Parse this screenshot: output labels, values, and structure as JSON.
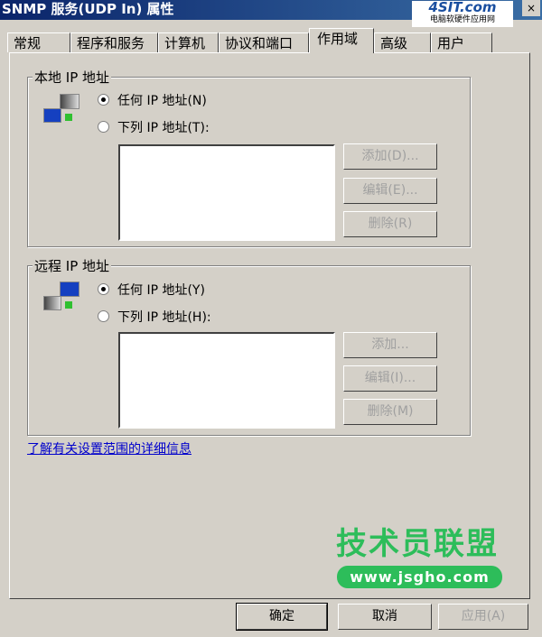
{
  "window": {
    "title": "SNMP 服务(UDP In) 属性",
    "close": "×"
  },
  "tabs": [
    {
      "label": "常规"
    },
    {
      "label": "程序和服务"
    },
    {
      "label": "计算机"
    },
    {
      "label": "协议和端口"
    },
    {
      "label": "作用域",
      "active": true
    },
    {
      "label": "高级"
    },
    {
      "label": "用户"
    }
  ],
  "local": {
    "legend": "本地 IP 地址",
    "any": "任何 IP 地址(N)",
    "these": "下列 IP 地址(T):",
    "selected": "any",
    "add": "添加(D)...",
    "edit": "编辑(E)...",
    "remove": "删除(R)"
  },
  "remote": {
    "legend": "远程 IP 地址",
    "any": "任何 IP 地址(Y)",
    "these": "下列 IP 地址(H):",
    "selected": "any",
    "add": "添加...",
    "edit": "编辑(I)...",
    "remove": "删除(M)"
  },
  "link": "了解有关设置范围的详细信息",
  "buttons": {
    "ok": "确定",
    "cancel": "取消",
    "apply": "应用(A)"
  },
  "watermarks": {
    "top": "4SIT.com",
    "top_sub": "电脑软硬件应用网",
    "bottom": "技术员联盟",
    "bottom_url": "www.jsgho.com"
  },
  "colors": {
    "titlebar": "#0a246a",
    "dialog": "#d4d0c8",
    "link": "#0000cc",
    "watermark_green": "#2dbd5a"
  }
}
